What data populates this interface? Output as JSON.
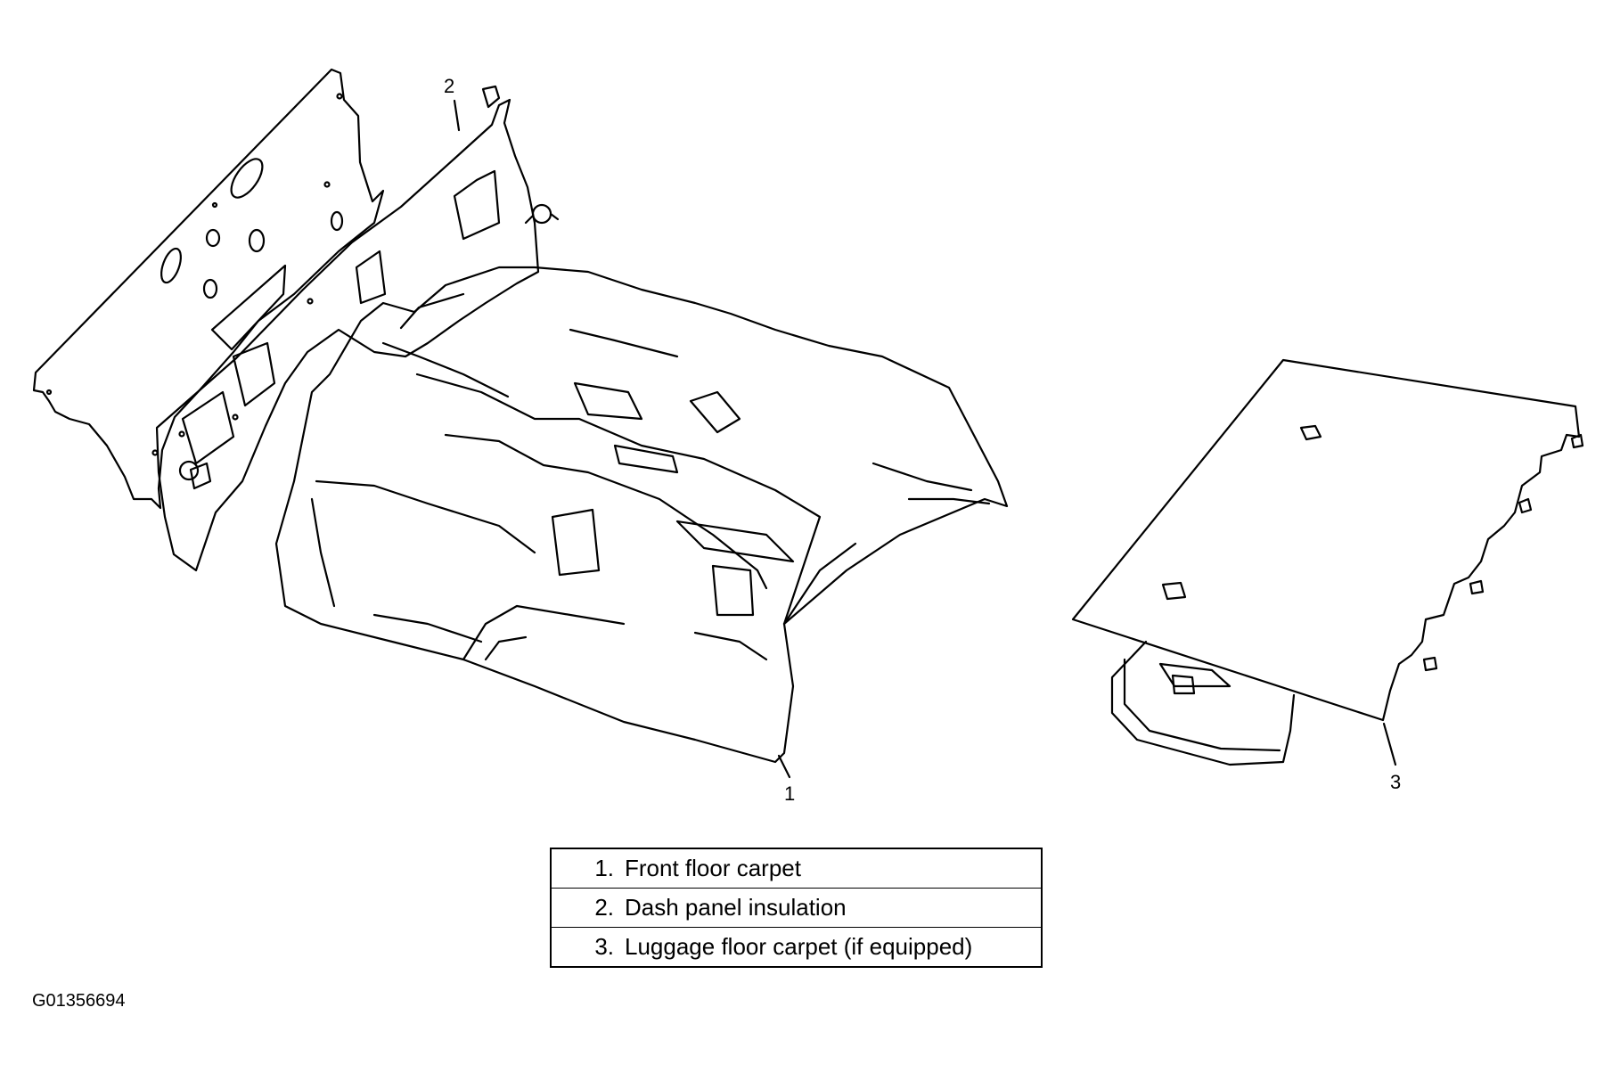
{
  "callouts": [
    "1",
    "2",
    "3"
  ],
  "legend": [
    {
      "num": "1.",
      "label": "Front floor carpet"
    },
    {
      "num": "2.",
      "label": "Dash panel insulation"
    },
    {
      "num": "3.",
      "label": "Luggage floor carpet (if equipped)"
    }
  ],
  "figure_id": "G01356694"
}
